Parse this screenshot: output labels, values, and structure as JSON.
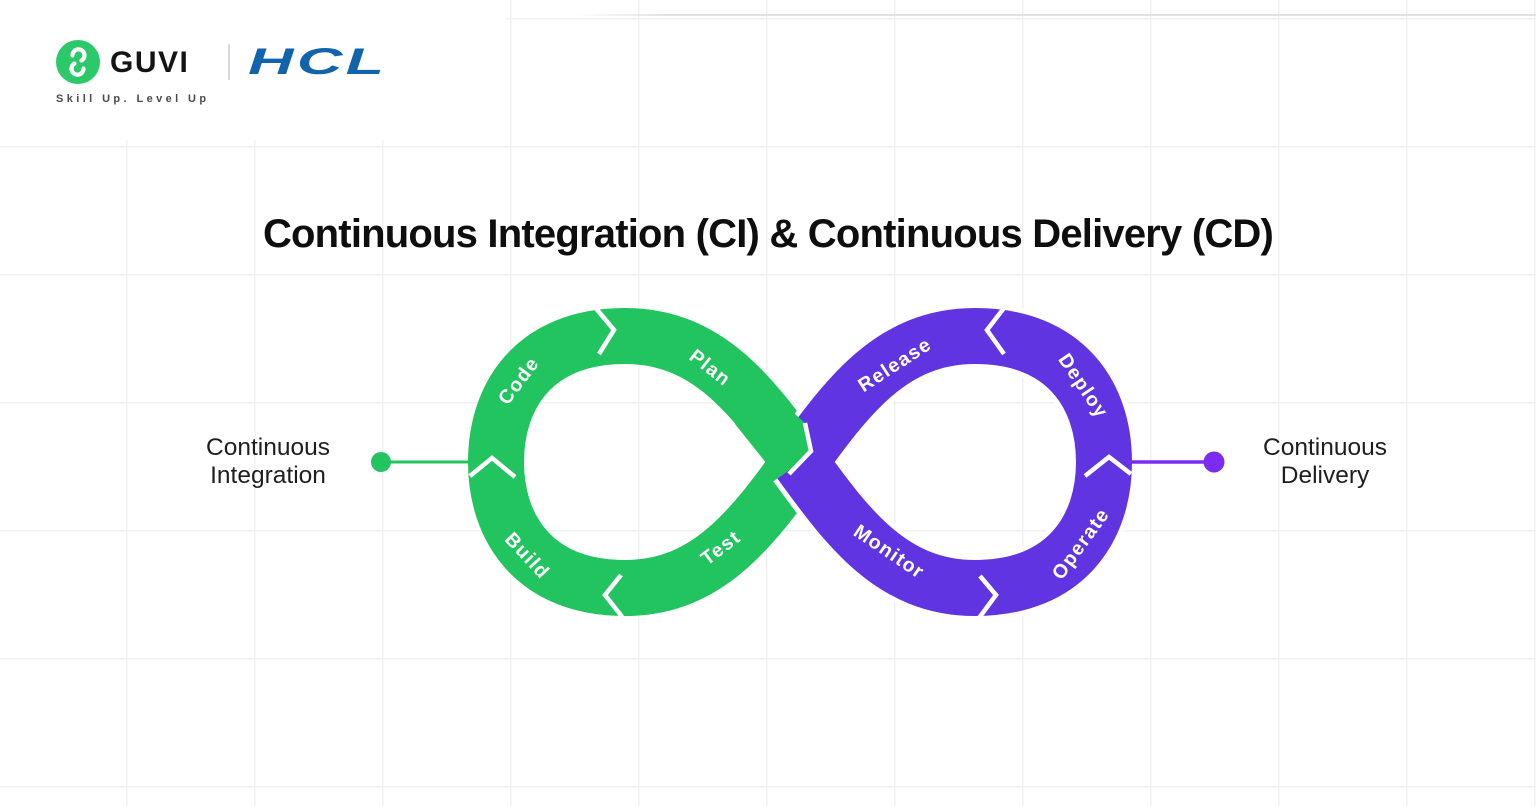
{
  "header": {
    "brand": "GUVI",
    "partner": "HCL",
    "tagline": "Skill Up. Level Up"
  },
  "title": "Continuous Integration (CI) & Continuous Delivery (CD)",
  "diagram": {
    "ci_label_line1": "Continuous",
    "ci_label_line2": "Integration",
    "cd_label_line1": "Continuous",
    "cd_label_line2": "Delivery",
    "ci_segments": [
      {
        "label": "Plan"
      },
      {
        "label": "Code"
      },
      {
        "label": "Build"
      },
      {
        "label": "Test"
      }
    ],
    "cd_segments": [
      {
        "label": "Release"
      },
      {
        "label": "Deploy"
      },
      {
        "label": "Operate"
      },
      {
        "label": "Monitor"
      }
    ]
  },
  "colors": {
    "ci_green": "#21c45e",
    "cd_purple": "#6134e2",
    "cd_connector": "#7b2cf0",
    "logo_green": "#2cc96a",
    "hcl_blue": "#1164ab"
  }
}
